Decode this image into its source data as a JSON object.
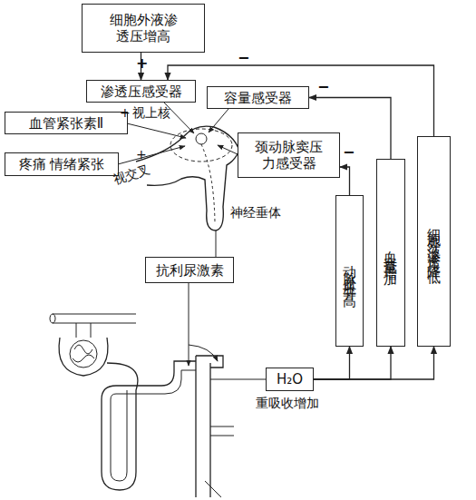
{
  "diagram": {
    "nodes": [
      {
        "text": [
          "细胞外液渗透压增高"
        ]
      },
      {
        "text": [
          "渗透压感受器"
        ]
      },
      {
        "text": [
          "容量感受器"
        ]
      },
      {
        "text": [
          "血管紧张素Ⅱ"
        ]
      },
      {
        "text": [
          "颈动脉窦压力感受器"
        ]
      },
      {
        "text": [
          "疼痛 情绪紧张"
        ]
      },
      {
        "text": [
          "抗利尿激素"
        ]
      },
      {
        "text": [
          "动脉血压升高"
        ]
      },
      {
        "text": [
          "血容量增加"
        ]
      },
      {
        "text": [
          "细胞外液渗透压降低"
        ]
      },
      {
        "text": [
          "H₂O"
        ]
      }
    ],
    "edges": [
      {
        "from": 0,
        "to": 1,
        "arrow": "to",
        "label": "+"
      },
      {
        "from": 10,
        "to": 7,
        "arrow": "to"
      },
      {
        "from": 10,
        "to": 8,
        "arrow": "to"
      },
      {
        "from": 10,
        "to": 9,
        "arrow": "to"
      },
      {
        "from": 7,
        "to": 4,
        "arrow": "to",
        "label": "−"
      },
      {
        "from": 8,
        "to": 2,
        "arrow": "to",
        "label": "−"
      },
      {
        "from": 9,
        "to": 1,
        "arrow": "to",
        "label": "−"
      }
    ],
    "labels": [
      "+",
      "视上核",
      "+",
      "视交叉",
      "神经垂体",
      "重吸收增加"
    ]
  }
}
